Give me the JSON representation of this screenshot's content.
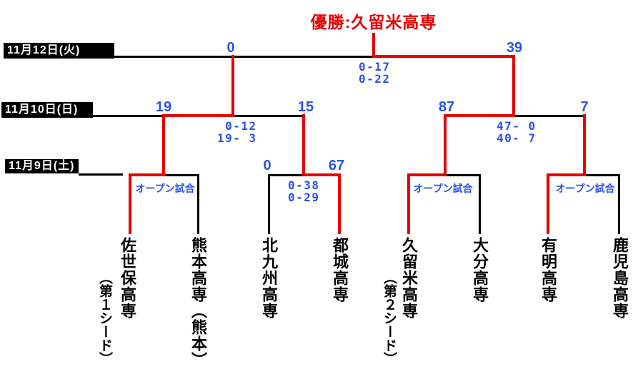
{
  "header": {
    "champion": "優勝:久留米高専"
  },
  "colors": {
    "winner_path": "#e60000",
    "score_text": "#2a52e8",
    "bracket_line": "#000000"
  },
  "dates": [
    {
      "label": "11月12日(火)"
    },
    {
      "label": "11月10日(日)"
    },
    {
      "label": "11月9日(土)"
    }
  ],
  "matches": {
    "final": {
      "left_score": "0",
      "right_score": "39",
      "half_scores": "0-17\n0-22"
    },
    "semi_left": {
      "left_score": "19",
      "right_score": "15",
      "half_scores": " 0-12\n19- 3"
    },
    "semi_right": {
      "left_score": "87",
      "right_score": "7",
      "half_scores": "47- 0\n40- 7"
    },
    "qf1": {
      "open_label": "オープン試合"
    },
    "qf2": {
      "left_score": "0",
      "right_score": "67",
      "half_scores": "0-38\n0-29"
    },
    "qf3": {
      "open_label": "オープン試合"
    },
    "qf4": {
      "open_label": "オープン試合"
    }
  },
  "teams": [
    {
      "name": "佐世保高専",
      "seed_note": "（第１シード）"
    },
    {
      "name": "熊本高専（熊本）"
    },
    {
      "name": "北九州高専"
    },
    {
      "name": "都城高専"
    },
    {
      "name": "久留米高専",
      "seed_note": "（第２シード）"
    },
    {
      "name": "大分高専"
    },
    {
      "name": "有明高専"
    },
    {
      "name": "鹿児島高専"
    }
  ]
}
